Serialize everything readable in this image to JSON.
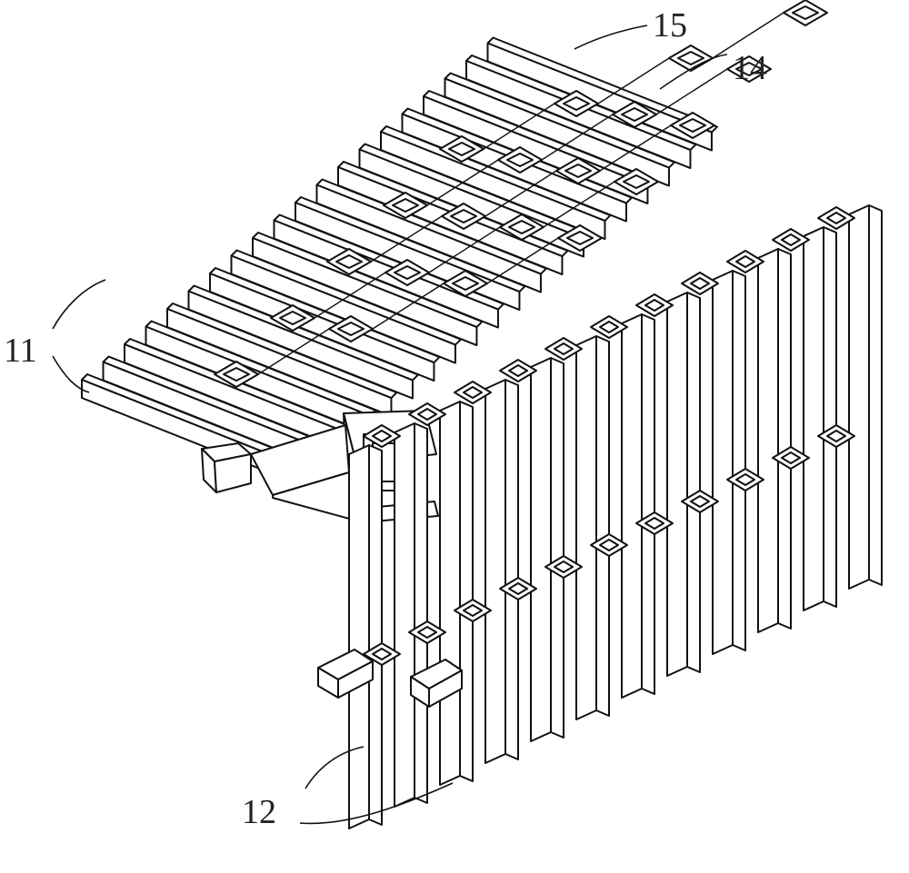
{
  "figure": {
    "labels": {
      "label_11": "11",
      "label_12": "12",
      "label_14": "14",
      "label_15": "15"
    },
    "colors": {
      "ink": "#111111",
      "paper": "#ffffff",
      "shade": "#cfcfcf"
    }
  }
}
